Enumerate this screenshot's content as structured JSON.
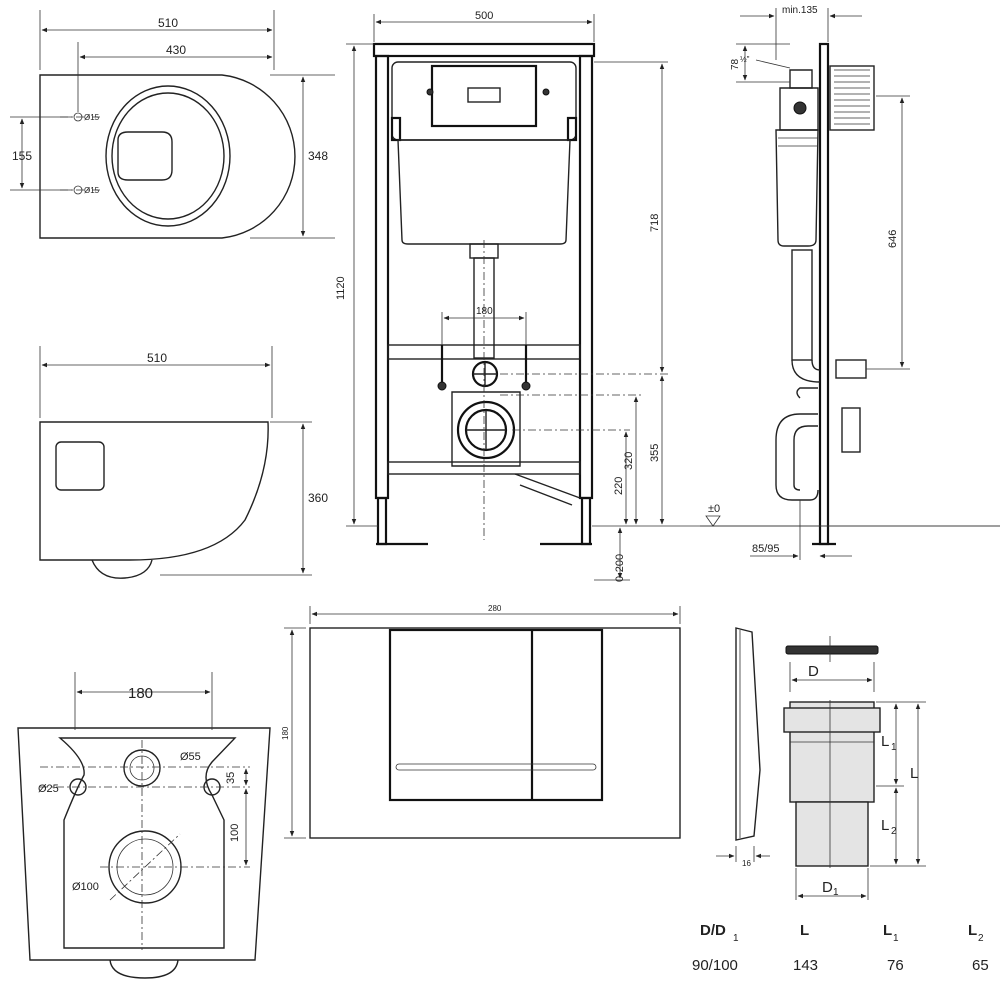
{
  "top_view": {
    "width": "510",
    "fixing_distance": "430",
    "fixing_spacing": "155",
    "depth": "348",
    "hole_top": "Ø15",
    "hole_bottom": "Ø15"
  },
  "side_view": {
    "length": "510",
    "height": "360"
  },
  "bottom_view": {
    "hole_spacing": "180",
    "inlet_diameter": "Ø55",
    "fixing_diameter": "Ø25",
    "offset": "35",
    "distance": "100",
    "outlet_diameter": "Ø100"
  },
  "frame_front": {
    "width": "500",
    "height": "1120",
    "cistern_height": "718",
    "bolt_spacing": "180",
    "outlet_height": "355",
    "axis_height": "320",
    "foot_height": "220",
    "adjust_range": "0-200"
  },
  "frame_side": {
    "min_depth": "min.135",
    "inlet_size": "½\"",
    "inlet_offset": "78",
    "outlet_height": "646",
    "floor_level": "±0",
    "pipe_offset": "85/95"
  },
  "flush_plate": {
    "width": "280",
    "height": "180",
    "thickness": "16"
  },
  "pipe_connector": {
    "labels": {
      "d": "D",
      "d1": "D",
      "d1_sub": "1",
      "l": "L",
      "l1": "L",
      "l1_sub": "1",
      "l2": "L",
      "l2_sub": "2"
    },
    "table": {
      "headers": [
        {
          "main": "D/D",
          "sub": "1"
        },
        {
          "main": "L",
          "sub": ""
        },
        {
          "main": "L",
          "sub": "1"
        },
        {
          "main": "L",
          "sub": "2"
        }
      ],
      "values": [
        "90/100",
        "143",
        "76",
        "65"
      ]
    }
  }
}
